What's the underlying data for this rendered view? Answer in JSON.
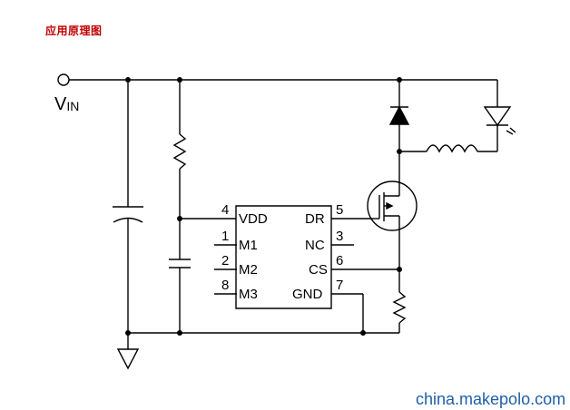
{
  "title": "应用原理图",
  "watermark": "china.makepolo.com",
  "input": {
    "label_main": "V",
    "label_sub": "IN"
  },
  "ic": {
    "pins_left": [
      {
        "num": "4",
        "name": "VDD"
      },
      {
        "num": "1",
        "name": "M1"
      },
      {
        "num": "2",
        "name": "M2"
      },
      {
        "num": "8",
        "name": "M3"
      }
    ],
    "pins_right": [
      {
        "num": "5",
        "name": "DR"
      },
      {
        "num": "3",
        "name": "NC"
      },
      {
        "num": "6",
        "name": "CS"
      },
      {
        "num": "7",
        "name": "GND"
      }
    ]
  },
  "colors": {
    "title": "#c00000",
    "watermark": "#1f5fa8",
    "wire": "#000000"
  }
}
